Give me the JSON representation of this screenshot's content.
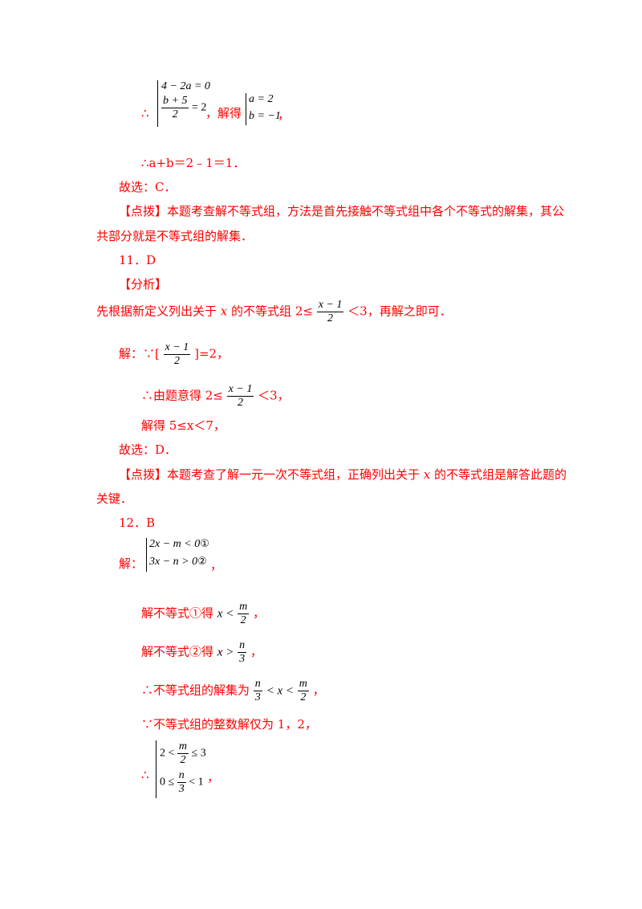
{
  "block1": {
    "therefore": "∴",
    "eq1": "4 − 2a = 0",
    "eq2_num": "b + 5",
    "eq2_den": "2",
    "eq2_rhs": "= 2",
    "comma_solve": "，解得",
    "sol1": "a = 2",
    "sol2": "b = −1",
    "tail": "，"
  },
  "line_ab": "∴a+b＝2﹣1＝1．",
  "choice_c": "故选：C．",
  "tip1_a": "【点拨】本题考查解不等式组，方法是首先接触不等式组中各个不等式的解集，其公",
  "tip1_b": "共部分就是不等式组的解集．",
  "q11": {
    "header": "11．D",
    "analysis_label": "【分析】",
    "analysis_pre": "先根据新定义列出关于",
    "var_x": "x",
    "analysis_mid": "的不等式组 2≤",
    "frac_num": "x − 1",
    "frac_den": "2",
    "analysis_post": "＜3，再解之即可．",
    "sol_pre": "解：∵[",
    "sol_post": "]=2，",
    "step2_pre": "∴由题意得 2≤",
    "step2_post": "＜3，",
    "step3": "解得 5≤x＜7，",
    "choice": "故选：D．",
    "tip_a_pre": "【点拨】本题考查了解一元一次不等式组，正确列出关于",
    "tip_a_post": "的不等式组是解答此题的",
    "tip_b": "关键．"
  },
  "q12": {
    "header": "12．B",
    "sol_label": "解：",
    "eq1": "2x − m < 0",
    "eq1_mark": "①",
    "eq2": "3x − n > 0",
    "eq2_mark": "②",
    "eq_tail": "，",
    "s1_pre": "解不等式①得",
    "s1_var": "x <",
    "s1_num": "m",
    "s1_den": "2",
    "s1_tail": "，",
    "s2_pre": "解不等式②得",
    "s2_var": "x >",
    "s2_num": "n",
    "s2_den": "3",
    "s2_tail": "，",
    "s3_pre": "∴不等式组的解集为",
    "s3_n": "n",
    "s3_3": "3",
    "s3_mid": "< x <",
    "s3_m": "m",
    "s3_2": "2",
    "s3_tail": "，",
    "s4": "∵不等式组的整数解仅为 1，2，",
    "s5_therefore": "∴",
    "s5_l1_pre": "2 <",
    "s5_l1_num": "m",
    "s5_l1_den": "2",
    "s5_l1_post": "≤ 3",
    "s5_l2_pre": "0 ≤",
    "s5_l2_num": "n",
    "s5_l2_den": "3",
    "s5_l2_post": "< 1",
    "s5_tail": "，"
  }
}
